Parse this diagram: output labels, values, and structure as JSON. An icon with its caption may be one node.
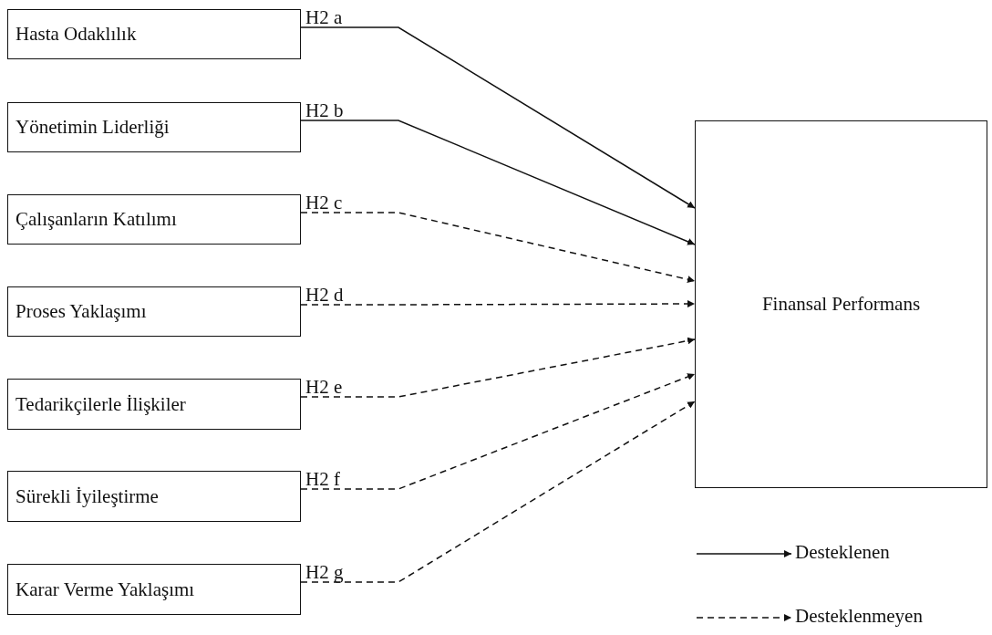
{
  "diagram": {
    "nodes": [
      {
        "text": [
          "Hasta Odaklılık"
        ]
      },
      {
        "text": [
          "Yönetimin Liderliği"
        ]
      },
      {
        "text": [
          "Çalışanların Katılımı"
        ]
      },
      {
        "text": [
          "Proses Yaklaşımı"
        ]
      },
      {
        "text": [
          "Tedarikçilerle İlişkiler"
        ]
      },
      {
        "text": [
          "Sürekli İyileştirme"
        ]
      },
      {
        "text": [
          "Karar Verme Yaklaşımı"
        ]
      },
      {
        "text": [
          "Finansal Performans"
        ]
      }
    ],
    "edges": [
      {
        "from": 0,
        "to": 7,
        "arrow": "to",
        "label": "H2 a"
      },
      {
        "from": 1,
        "to": 7,
        "arrow": "to",
        "label": "H2 b"
      },
      {
        "from": 2,
        "to": 7,
        "arrow": "to",
        "label": "H2 c",
        "style": "dashed"
      },
      {
        "from": 3,
        "to": 7,
        "arrow": "to",
        "label": "H2 d",
        "style": "dashed"
      },
      {
        "from": 4,
        "to": 7,
        "arrow": "to",
        "label": "H2 e",
        "style": "dashed"
      },
      {
        "from": 5,
        "to": 7,
        "arrow": "to",
        "label": "H2 f",
        "style": "dashed"
      },
      {
        "from": 6,
        "to": 7,
        "arrow": "to",
        "label": "H2 g",
        "style": "dashed"
      }
    ],
    "legend": [
      {
        "text": "Desteklenen"
      },
      {
        "text": "Desteklenmeyen"
      }
    ]
  }
}
